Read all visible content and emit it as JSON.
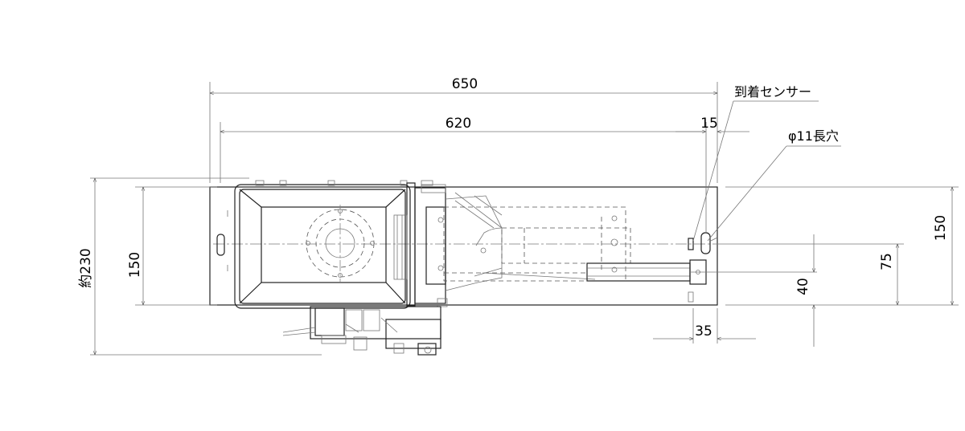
{
  "dimensions": {
    "overall_length": "650",
    "frame_length": "620",
    "sensor_offset": "15",
    "total_width": "約230",
    "left_width": "150",
    "right_width": "150",
    "slot_center": "75",
    "rail_height": "40",
    "slot_offset": "35"
  },
  "labels": {
    "arrival_sensor": "到着センサー",
    "slot_hole": "φ11長穴"
  }
}
